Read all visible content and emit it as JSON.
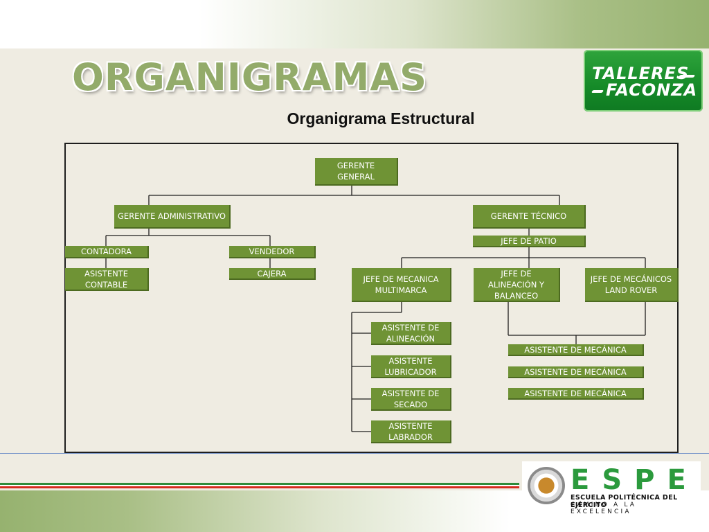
{
  "slide": {
    "title": "ORGANIGRAMAS",
    "subtitle": "Organigrama Estructural"
  },
  "logos": {
    "talleres": {
      "line1": "TALLERES",
      "line2": "FACONZA"
    },
    "espe": {
      "acronym": "ESPE",
      "name": "ESCUELA POLITÉCNICA DEL EJÉRCITO",
      "motto": "CAMINO A LA EXCELENCIA"
    }
  },
  "colors": {
    "box": "#6f9335",
    "title": "#93ab6a",
    "talleres_green": "#1a9a30",
    "espe_green": "#2b9a3d"
  },
  "org": {
    "gerente_general": "GERENTE GENERAL",
    "gerente_administrativo": "GERENTE ADMINISTRATIVO",
    "gerente_tecnico": "GERENTE TÉCNICO",
    "contadora": "CONTADORA",
    "vendedor": "VENDEDOR",
    "asistente_contable": "ASISTENTE CONTABLE",
    "cajera": "CAJERA",
    "jefe_patio": "JEFE DE PATIO",
    "jefe_mecanica_multimarca": "JEFE DE MECANICA MULTIMARCA",
    "jefe_alineacion": "JEFE DE ALINEACIÓN Y BALANCEO",
    "jefe_land_rover": "JEFE DE MECÁNICOS LAND ROVER",
    "asistente_alineacion": "ASISTENTE DE ALINEACIÓN",
    "asistente_lubricador": "ASISTENTE LUBRICADOR",
    "asistente_secado": "ASISTENTE DE SECADO",
    "asistente_labrador": "ASISTENTE LABRADOR",
    "asistente_mecanica_1": "ASISTENTE DE MECÁNICA",
    "asistente_mecanica_2": "ASISTENTE DE MECÁNICA",
    "asistente_mecanica_3": "ASISTENTE DE MECÁNICA"
  }
}
